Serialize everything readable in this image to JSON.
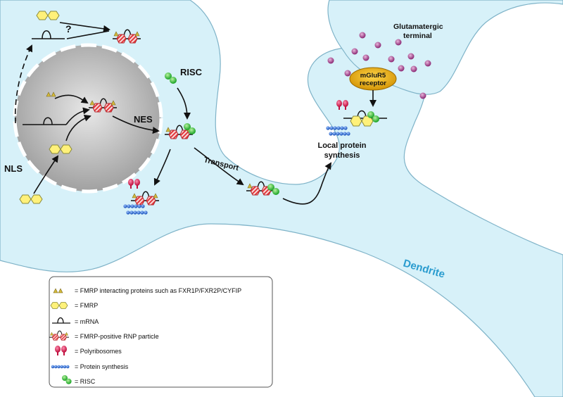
{
  "colors": {
    "cell_fill": "#d7f1f9",
    "cell_stroke": "#7fb3c8",
    "nucleus": "#bdbdbd",
    "fmrp": "#fff17a",
    "interacting_protein": "#d4b93a",
    "rnp_red": "#e2363a",
    "risc_green": "#3ec73e",
    "polyribosome": "#e0245a",
    "protein_chain": "#2f6fd6",
    "glutamate": "#a43f8a",
    "receptor": "#e2a800",
    "dendrite_label": "#2a9ccf"
  },
  "labels": {
    "question": "?",
    "risc": "RISC",
    "nes": "NES",
    "nls": "NLS",
    "transport": "Transport",
    "glutamatergic_line1": "Glutamatergic",
    "glutamatergic_line2": "terminal",
    "receptor_line1": "mGluR5",
    "receptor_line2": "receptor",
    "local_line1": "Local protein",
    "local_line2": "synthesis",
    "dendrite": "Dendrite"
  },
  "legend": {
    "items": [
      {
        "icon": "interacting-proteins-icon",
        "text": "= FMRP interacting proteins such as FXR1P/FXR2P/CYFIP"
      },
      {
        "icon": "fmrp-icon",
        "text": "= FMRP"
      },
      {
        "icon": "mrna-icon",
        "text": "= mRNA"
      },
      {
        "icon": "rnp-particle-icon",
        "text": "= FMRP-positive RNP particle"
      },
      {
        "icon": "polyribosome-icon",
        "text": "= Polyribosomes"
      },
      {
        "icon": "protein-synthesis-icon",
        "text": "= Protein synthesis"
      },
      {
        "icon": "risc-icon",
        "text": "= RISC"
      }
    ]
  }
}
